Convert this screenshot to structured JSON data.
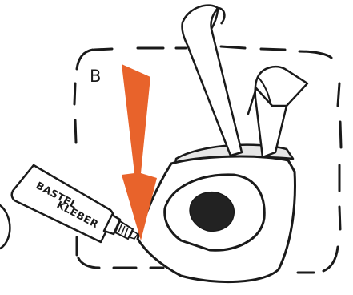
{
  "step": {
    "label": "B"
  },
  "glue_tube": {
    "line1": "BASTEL",
    "line2": "KLEBER"
  },
  "colors": {
    "arrow": "#e8632b",
    "ink": "#1a1a1a",
    "eye_pupil": "#222222",
    "paper_shadow": "#e6e6e6",
    "background": "#ffffff"
  },
  "icons": {
    "arrow": "down-arrow-icon",
    "glue": "glue-tube-icon"
  }
}
